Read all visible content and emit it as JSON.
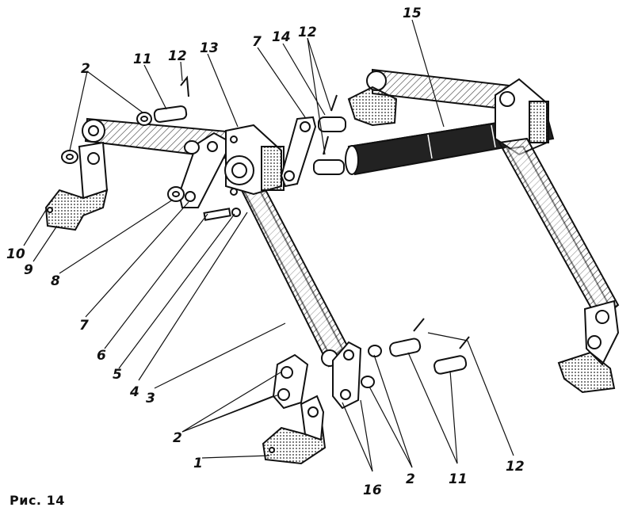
{
  "figure": {
    "caption": "Рис. 14",
    "callouts": [
      {
        "id": "c1",
        "label": "1"
      },
      {
        "id": "c2a",
        "label": "2"
      },
      {
        "id": "c2b",
        "label": "2"
      },
      {
        "id": "c2c",
        "label": "2"
      },
      {
        "id": "c3",
        "label": "3"
      },
      {
        "id": "c4",
        "label": "4"
      },
      {
        "id": "c5",
        "label": "5"
      },
      {
        "id": "c6",
        "label": "6"
      },
      {
        "id": "c7a",
        "label": "7"
      },
      {
        "id": "c7b",
        "label": "7"
      },
      {
        "id": "c8",
        "label": "8"
      },
      {
        "id": "c9",
        "label": "9"
      },
      {
        "id": "c10",
        "label": "10"
      },
      {
        "id": "c11a",
        "label": "11"
      },
      {
        "id": "c11b",
        "label": "11"
      },
      {
        "id": "c12a",
        "label": "12"
      },
      {
        "id": "c12b",
        "label": "12"
      },
      {
        "id": "c12c",
        "label": "12"
      },
      {
        "id": "c13",
        "label": "13"
      },
      {
        "id": "c14",
        "label": "14"
      },
      {
        "id": "c15",
        "label": "15"
      },
      {
        "id": "c16",
        "label": "16"
      }
    ]
  },
  "colors": {
    "ink": "#111111",
    "paper": "#ffffff",
    "hatch": "#555555"
  }
}
